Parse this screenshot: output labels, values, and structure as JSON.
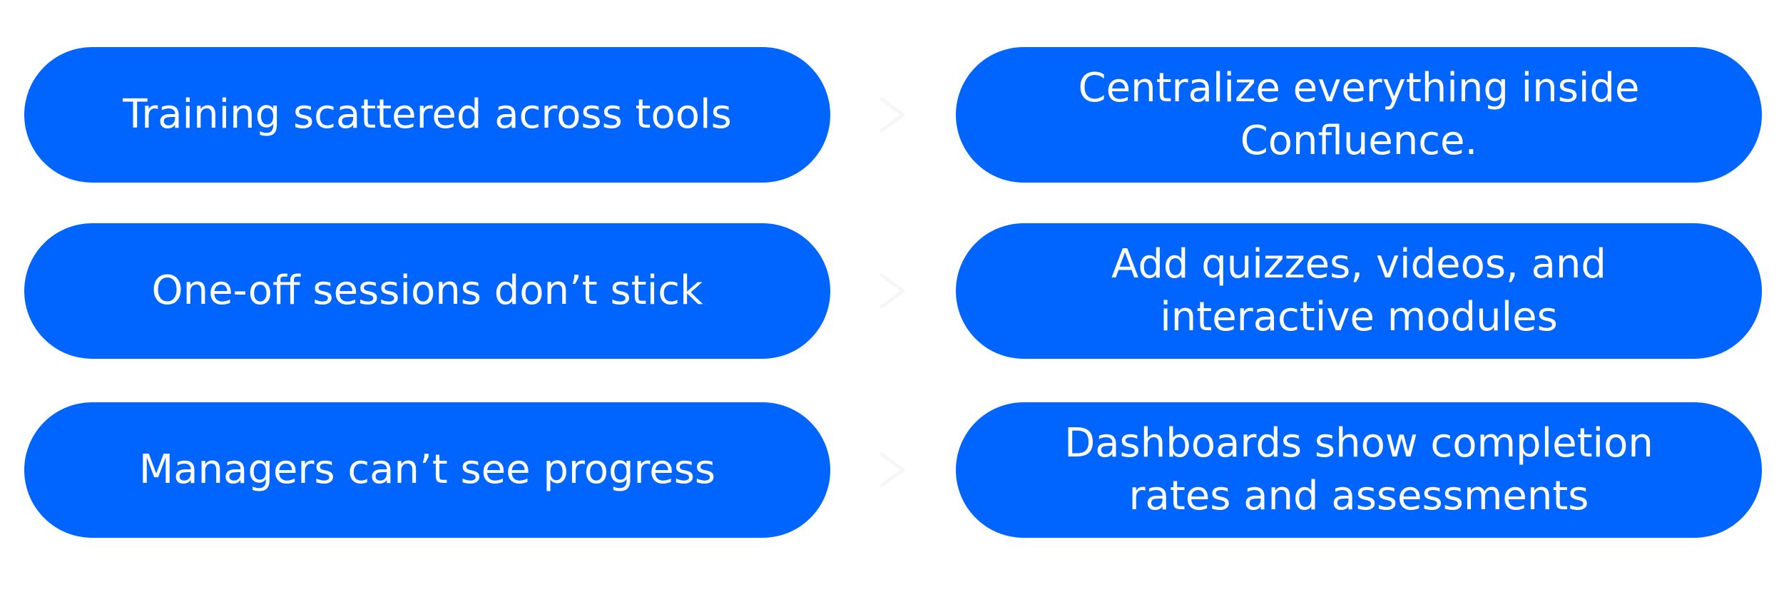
{
  "colors": {
    "pill_background": "#0065FF",
    "pill_text": "#FFFFFF",
    "arrow": "#F5F6F8"
  },
  "rows": [
    {
      "problem": "Training scattered across tools",
      "solution": "Centralize everything inside Confluence."
    },
    {
      "problem": "One-off sessions don’t stick",
      "solution": "Add quizzes, videos, and interactive modules"
    },
    {
      "problem": "Managers can’t see progress",
      "solution": "Dashboards show completion rates and assessments"
    }
  ],
  "arrow_icon": "arrow-right-icon"
}
